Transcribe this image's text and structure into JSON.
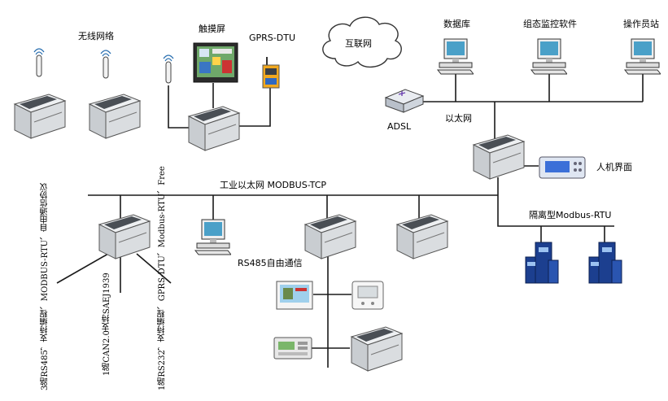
{
  "labels": {
    "wireless_network": "无线网络",
    "touchscreen": "触摸屏",
    "gprs_dtu": "GPRS-DTU",
    "internet": "互联网",
    "database": "数据库",
    "scada_software": "组态监控软件",
    "operator_station": "操作员站",
    "adsl": "ADSL",
    "ethernet": "以太网",
    "hmi": "人机界面",
    "industrial_ethernet": "工业以太网 MODBUS-TCP",
    "isolated_modbus": "隔离型Modbus-RTU",
    "rs485_free": "RS485自由通信",
    "port_rs485": "3路RS485，支持编程、MODBUS-RTU、自由通信协议",
    "port_can": "1路CAN2.0支持SAEJ1939",
    "port_rs232": "1路RS232，支持编程、GPRS-DTU、Modbus-RTU、Free"
  },
  "colors": {
    "wire": "#1a1a1a",
    "plc_body": "#d9dcdf",
    "plc_dark": "#4a4f55",
    "hmi_screen": "#3b6fd8",
    "drive_blue": "#1c3f8f"
  }
}
